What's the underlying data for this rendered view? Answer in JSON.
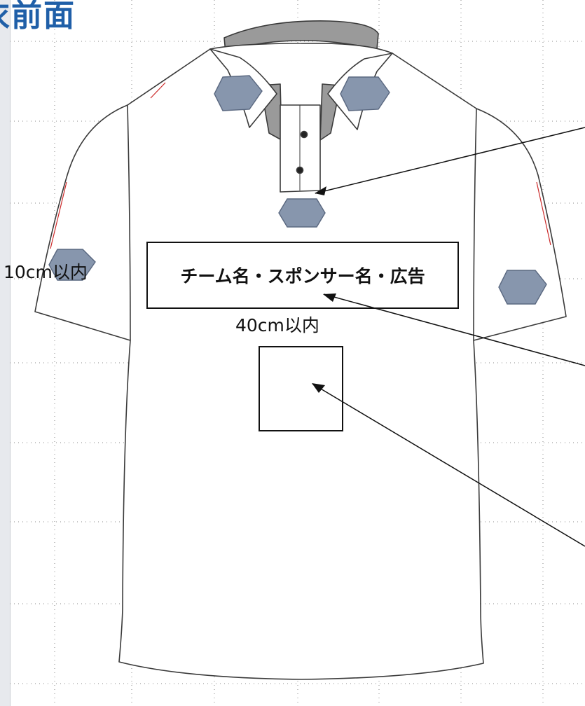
{
  "title": "衣前面",
  "colors": {
    "title": "#1f5fa8",
    "marker_fill": "#8796ad",
    "marker_stroke": "#5a6880",
    "collar_gray": "#9a9a9a",
    "grid_dot": "#888888",
    "sidebar": "#e7e9ed"
  },
  "labels": {
    "logo_area": "チーム名・スポンサー名・広告",
    "sleeve_size": "10cm以内",
    "chest_size": "40cm以内"
  }
}
